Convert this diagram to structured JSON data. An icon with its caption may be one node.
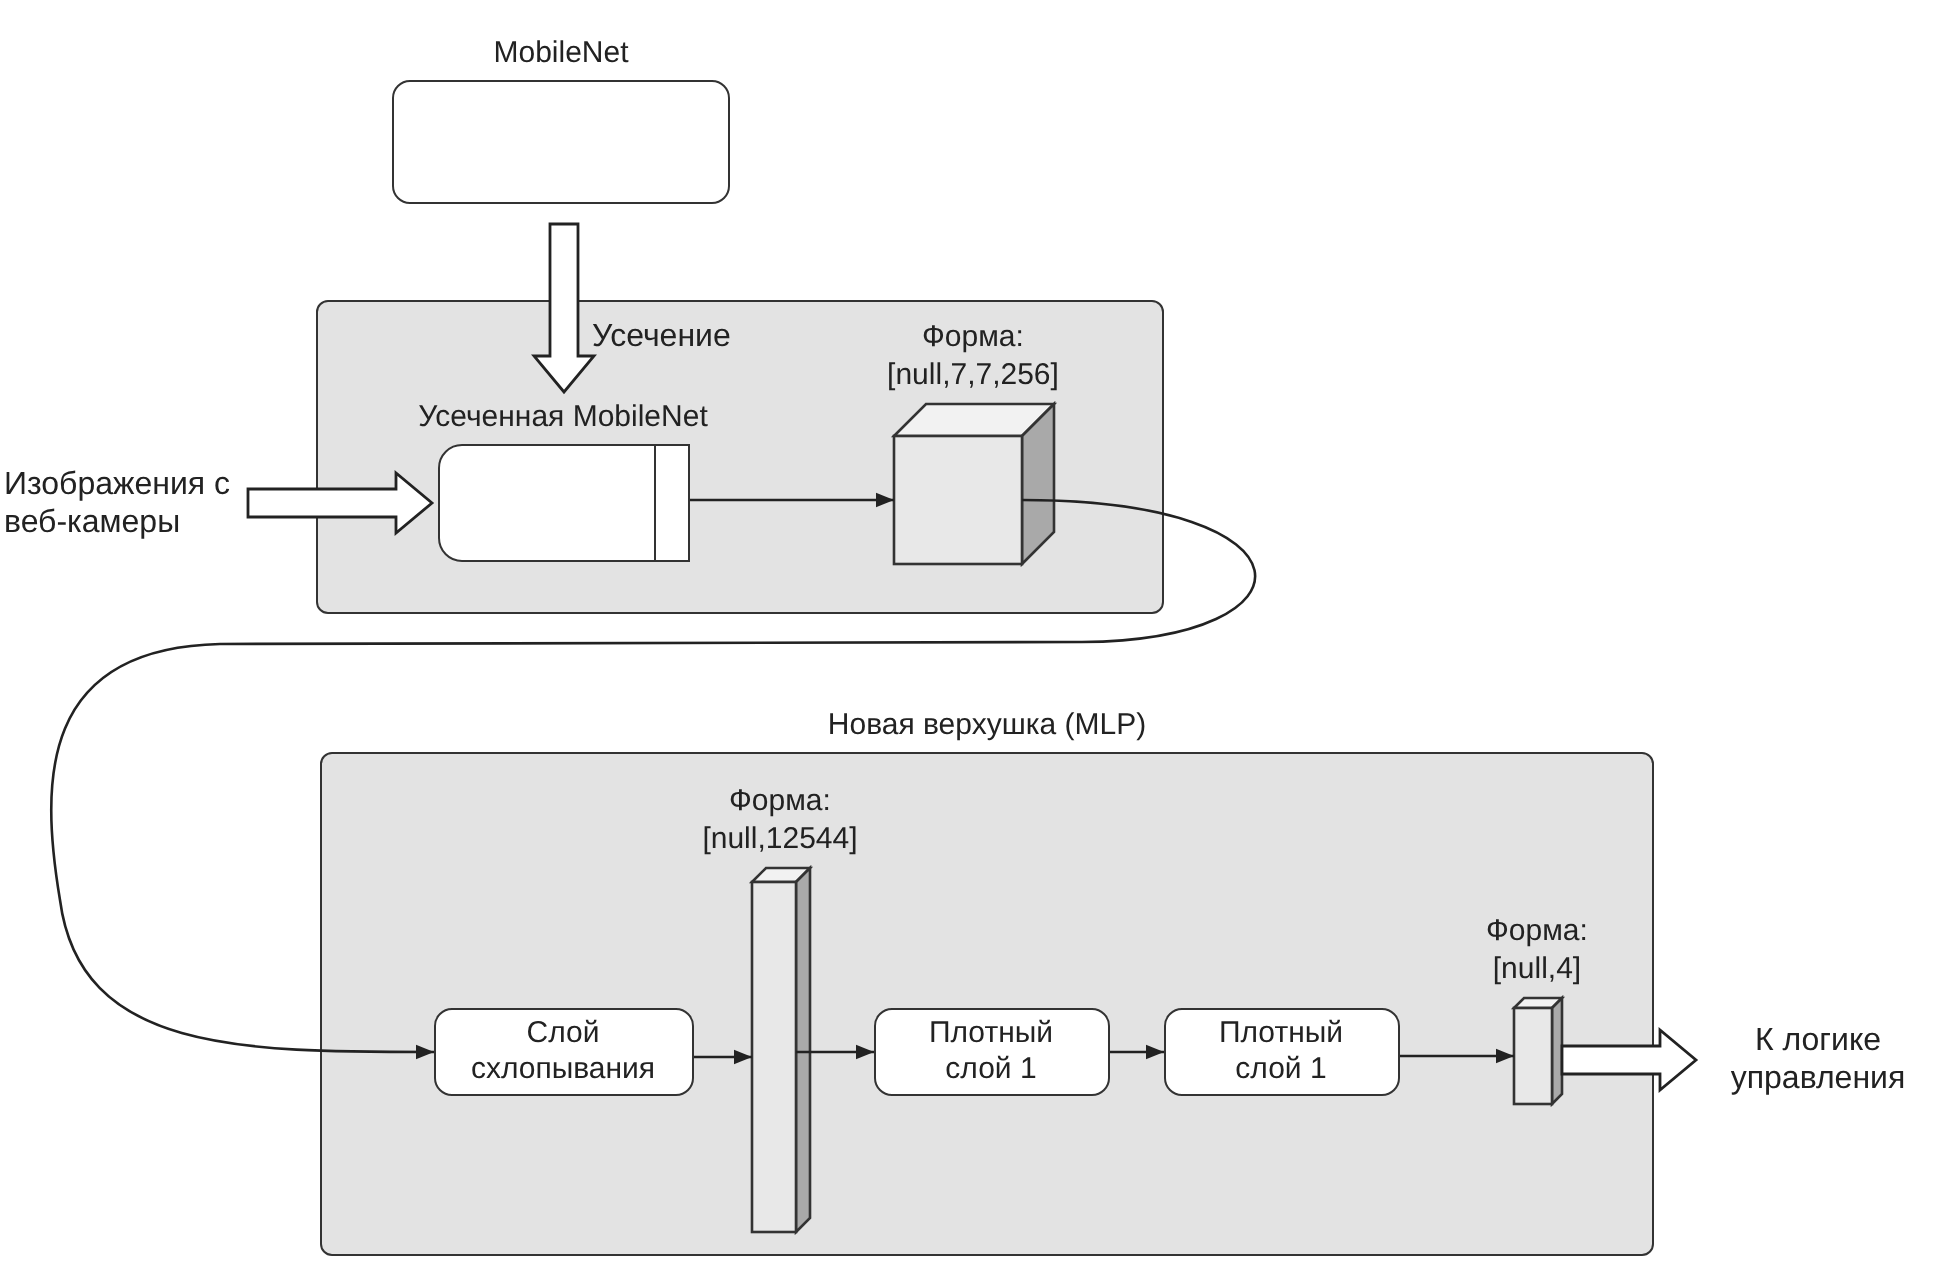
{
  "diagram": {
    "nodes": [
      {
        "text": [
          "MobileNet"
        ]
      },
      {
        "text": [],
        "shape": "box"
      },
      {
        "text": [
          "Усеченная MobileNet"
        ],
        "in": 1
      },
      {
        "text": [
          "Форма: [null,7,7,256]"
        ],
        "in": 1
      },
      {
        "text": [
          "Изображения с веб-камеры"
        ]
      },
      {
        "text": [
          "Новая верхушка (MLP)"
        ]
      },
      {
        "text": [
          "Слой схлопывания"
        ],
        "in": 5
      },
      {
        "text": [
          "Форма: [null,12544]"
        ],
        "in": 5
      },
      {
        "text": [
          "Плотный слой 1"
        ],
        "in": 5
      },
      {
        "text": [
          "Плотный слой 1"
        ],
        "in": 5
      },
      {
        "text": [
          "Форма: [null,4]"
        ],
        "in": 5
      },
      {
        "text": [
          "К логике управления"
        ]
      }
    ],
    "edges": [
      {
        "from": 0,
        "to": 2,
        "arrow": "to",
        "style": "thick",
        "label": "Усечение"
      },
      {
        "from": 4,
        "to": 2,
        "arrow": "to",
        "style": "thick"
      },
      {
        "from": 2,
        "to": 3,
        "arrow": "to"
      },
      {
        "from": 3,
        "to": 6,
        "arrow": "to"
      },
      {
        "from": 6,
        "to": 7,
        "arrow": "to"
      },
      {
        "from": 7,
        "to": 8,
        "arrow": "to"
      },
      {
        "from": 8,
        "to": 9,
        "arrow": "to"
      },
      {
        "from": 9,
        "to": 10,
        "arrow": "to"
      },
      {
        "from": 10,
        "to": 11,
        "arrow": "to",
        "style": "thick"
      }
    ]
  }
}
